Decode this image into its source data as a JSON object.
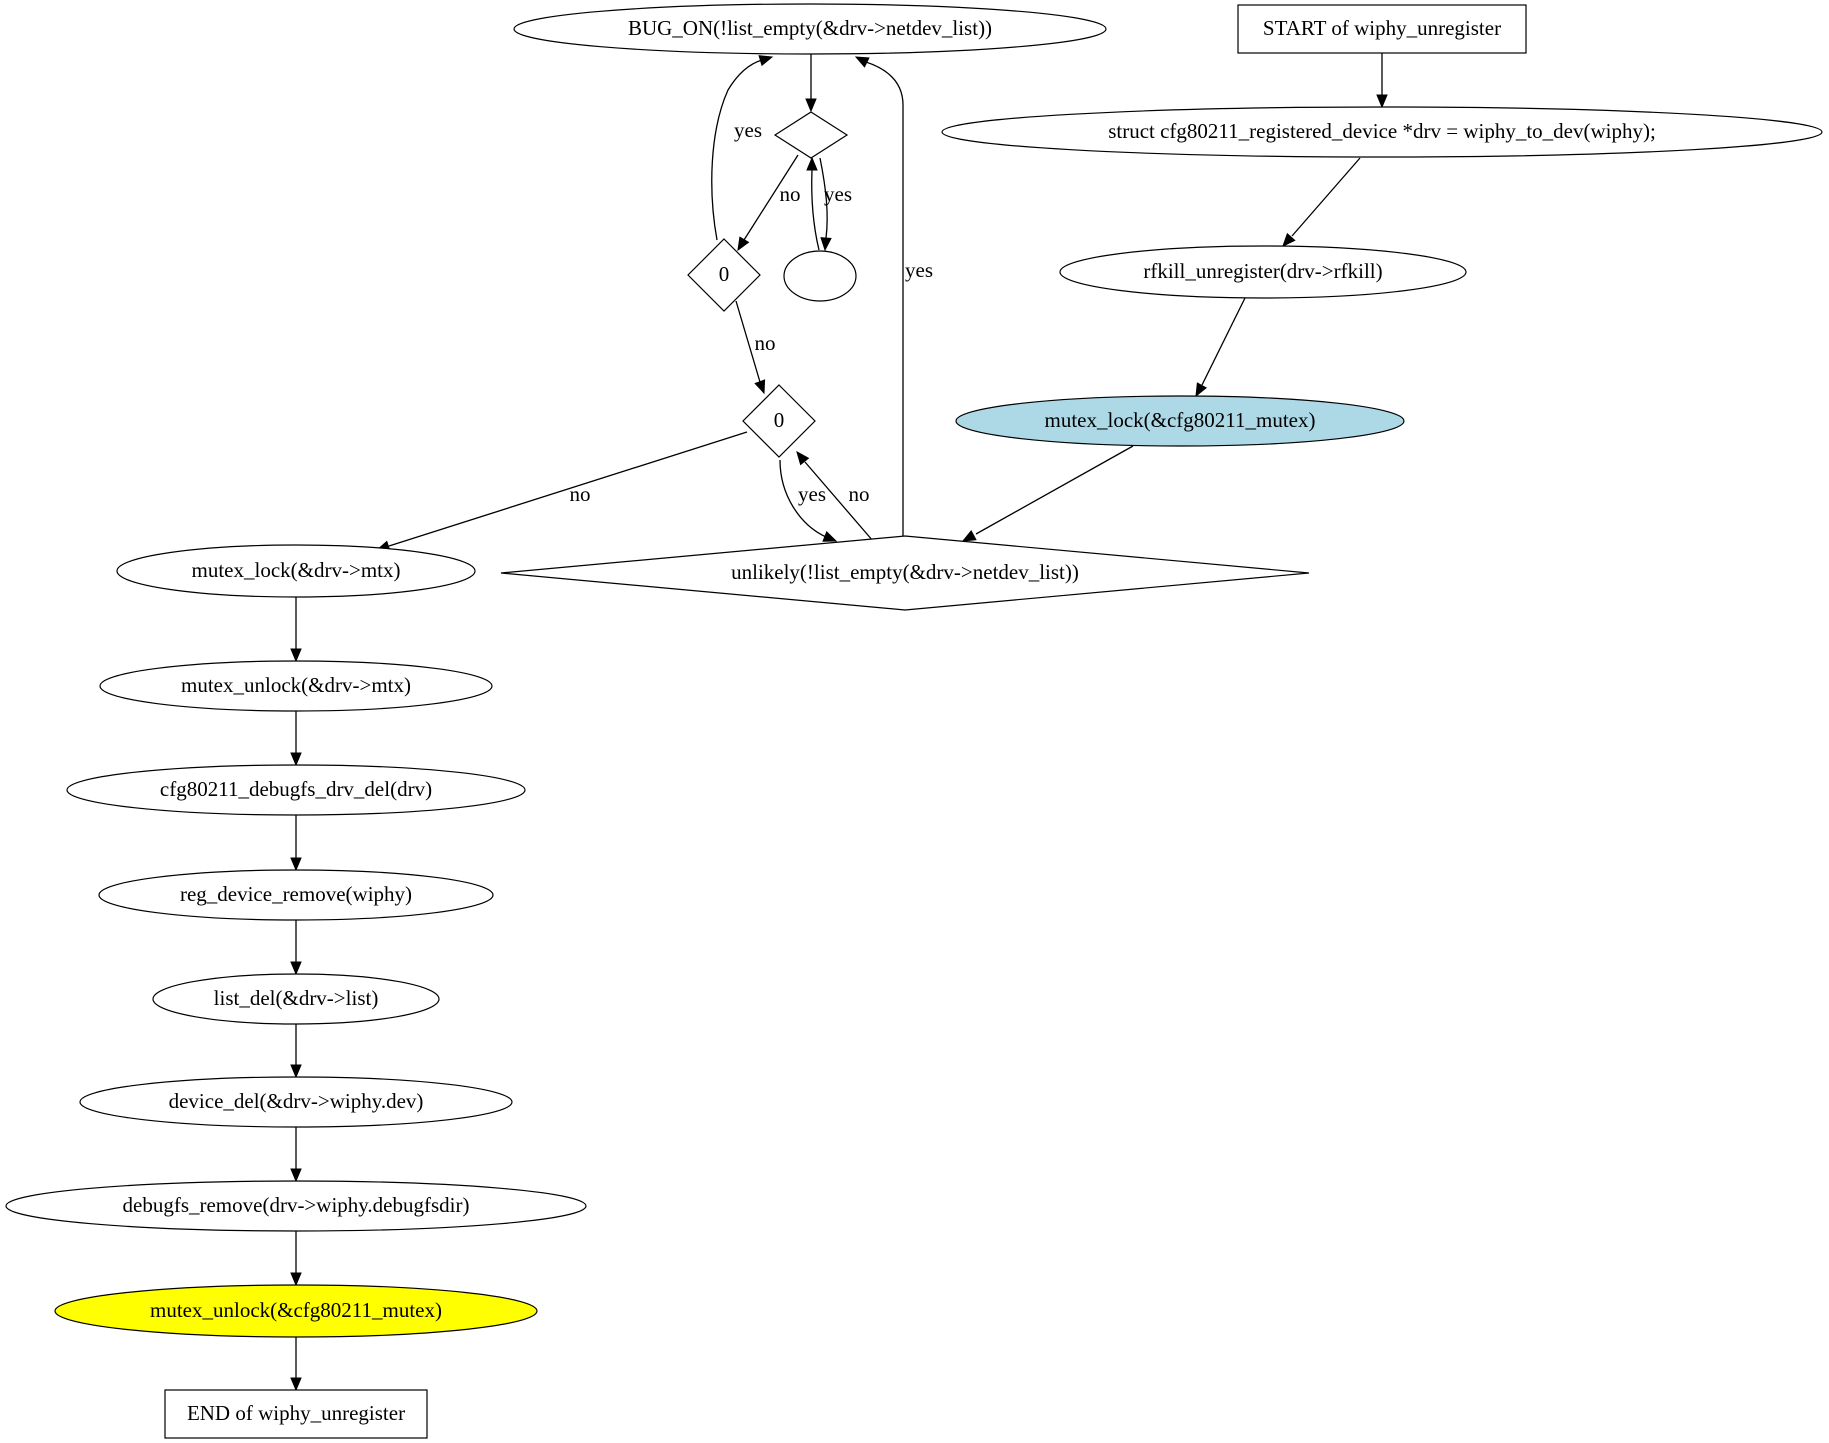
{
  "diagram": {
    "nodes": [
      {
        "id": "start",
        "label": "START of wiphy_unregister",
        "shape": "box"
      },
      {
        "id": "drv",
        "label": "struct cfg80211_registered_device *drv = wiphy_to_dev(wiphy);",
        "shape": "ellipse"
      },
      {
        "id": "rfkill",
        "label": "rfkill_unregister(drv->rfkill)",
        "shape": "ellipse"
      },
      {
        "id": "lock_cfg",
        "label": "mutex_lock(&cfg80211_mutex)",
        "shape": "ellipse",
        "fill": "#add8e6"
      },
      {
        "id": "unlikely",
        "label": "unlikely(!list_empty(&drv->netdev_list))",
        "shape": "diamond"
      },
      {
        "id": "bug_on",
        "label": "BUG_ON(!list_empty(&drv->netdev_list))",
        "shape": "ellipse"
      },
      {
        "id": "d_empty",
        "label": "",
        "shape": "diamond"
      },
      {
        "id": "e_empty",
        "label": "",
        "shape": "ellipse"
      },
      {
        "id": "zero1",
        "label": "0",
        "shape": "diamond"
      },
      {
        "id": "zero2",
        "label": "0",
        "shape": "diamond"
      },
      {
        "id": "lock_mtx",
        "label": "mutex_lock(&drv->mtx)",
        "shape": "ellipse"
      },
      {
        "id": "unlock_mtx",
        "label": "mutex_unlock(&drv->mtx)",
        "shape": "ellipse"
      },
      {
        "id": "debugfs_del",
        "label": "cfg80211_debugfs_drv_del(drv)",
        "shape": "ellipse"
      },
      {
        "id": "reg_remove",
        "label": "reg_device_remove(wiphy)",
        "shape": "ellipse"
      },
      {
        "id": "list_del",
        "label": "list_del(&drv->list)",
        "shape": "ellipse"
      },
      {
        "id": "device_del",
        "label": "device_del(&drv->wiphy.dev)",
        "shape": "ellipse"
      },
      {
        "id": "debugfs_remove",
        "label": "debugfs_remove(drv->wiphy.debugfsdir)",
        "shape": "ellipse"
      },
      {
        "id": "unlock_cfg",
        "label": "mutex_unlock(&cfg80211_mutex)",
        "shape": "ellipse",
        "fill": "#ffff00"
      },
      {
        "id": "end",
        "label": "END of wiphy_unregister",
        "shape": "box"
      }
    ],
    "edges": [
      {
        "from": "start",
        "to": "drv",
        "label": ""
      },
      {
        "from": "drv",
        "to": "rfkill",
        "label": ""
      },
      {
        "from": "rfkill",
        "to": "lock_cfg",
        "label": ""
      },
      {
        "from": "lock_cfg",
        "to": "unlikely",
        "label": ""
      },
      {
        "from": "unlikely",
        "to": "bug_on",
        "label": "yes"
      },
      {
        "from": "unlikely",
        "to": "zero2",
        "label": "no"
      },
      {
        "from": "bug_on",
        "to": "d_empty",
        "label": ""
      },
      {
        "from": "d_empty",
        "to": "e_empty",
        "label": "yes"
      },
      {
        "from": "e_empty",
        "to": "d_empty",
        "label": ""
      },
      {
        "from": "d_empty",
        "to": "zero1",
        "label": "no"
      },
      {
        "from": "zero1",
        "to": "bug_on",
        "label": "yes"
      },
      {
        "from": "zero1",
        "to": "zero2",
        "label": "no"
      },
      {
        "from": "zero2",
        "to": "unlikely",
        "label": "yes"
      },
      {
        "from": "zero2",
        "to": "lock_mtx",
        "label": "no"
      },
      {
        "from": "lock_mtx",
        "to": "unlock_mtx",
        "label": ""
      },
      {
        "from": "unlock_mtx",
        "to": "debugfs_del",
        "label": ""
      },
      {
        "from": "debugfs_del",
        "to": "reg_remove",
        "label": ""
      },
      {
        "from": "reg_remove",
        "to": "list_del",
        "label": ""
      },
      {
        "from": "list_del",
        "to": "device_del",
        "label": ""
      },
      {
        "from": "device_del",
        "to": "debugfs_remove",
        "label": ""
      },
      {
        "from": "debugfs_remove",
        "to": "unlock_cfg",
        "label": ""
      },
      {
        "from": "unlock_cfg",
        "to": "end",
        "label": ""
      }
    ]
  }
}
